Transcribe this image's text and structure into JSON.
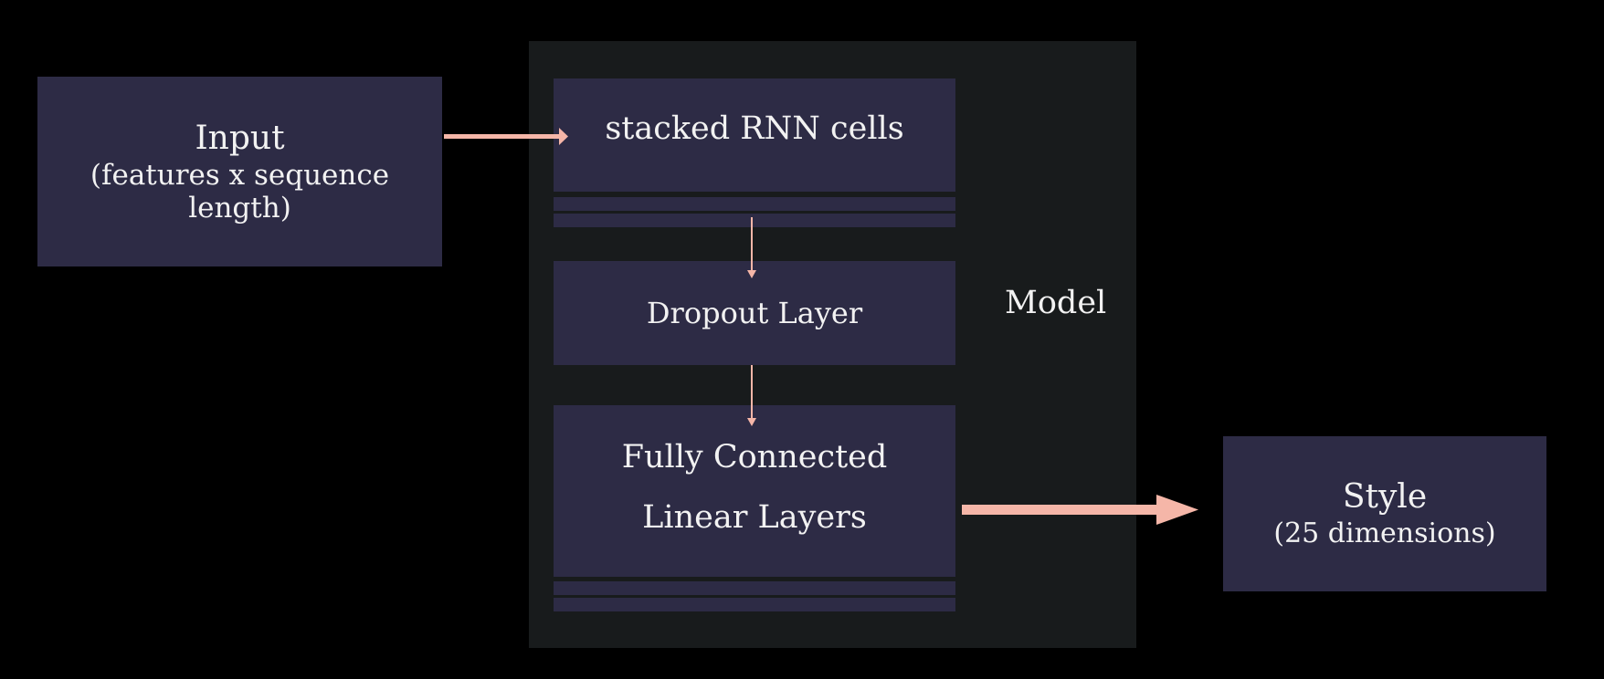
{
  "input": {
    "title": "Input",
    "subtitle": "(features x sequence length)"
  },
  "model": {
    "label": "Model",
    "rnn_label": "stacked RNN cells",
    "dropout_label": "Dropout Layer",
    "fc_label": "Fully Connected Linear Layers"
  },
  "output": {
    "title": "Style",
    "subtitle": "(25 dimensions)"
  },
  "colors": {
    "background": "#000000",
    "model_panel": "#181b1c",
    "box_fill": "#2d2b45",
    "arrow": "#f5b6a8",
    "text": "#f2f2f2"
  }
}
